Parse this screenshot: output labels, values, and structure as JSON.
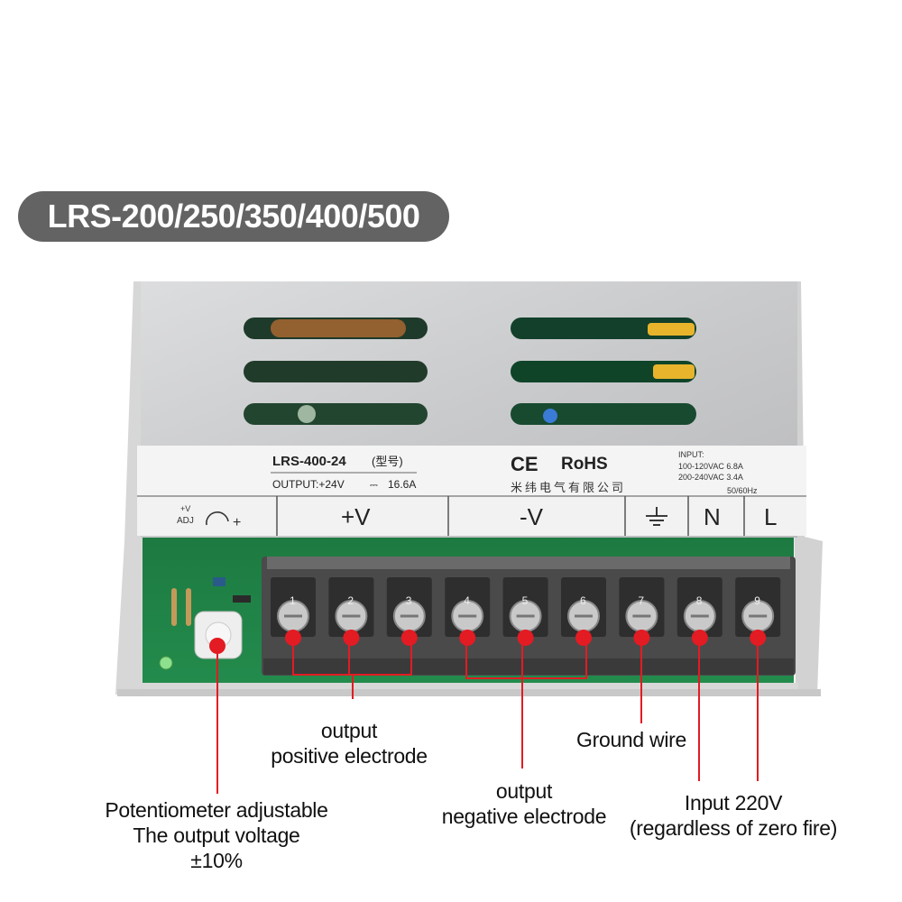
{
  "badge": {
    "text": "LRS-200/250/350/400/500"
  },
  "label_plate": {
    "model": "LRS-400-24",
    "model_suffix": "(型号)",
    "output": "OUTPUT:+24V",
    "current": "16.6A",
    "ce": "CE",
    "rohs": "RoHS",
    "company": "米纬电气有限公司",
    "input_title": "INPUT:",
    "input_line1": "100-120VAC  6.8A",
    "input_line2": "200-240VAC  3.4A",
    "frequency": "50/60Hz"
  },
  "terminal_labels": {
    "adj_top": "+V",
    "adj": "ADJ",
    "adj_plus": "+",
    "vplus": "+V",
    "vminus": "-V",
    "neutral": "N",
    "line": "L"
  },
  "terminals": [
    "1",
    "2",
    "3",
    "4",
    "5",
    "6",
    "7",
    "8",
    "9"
  ],
  "callouts": {
    "positive": {
      "line1": "output",
      "line2": "positive electrode"
    },
    "negative": {
      "line1": "output",
      "line2": "negative electrode"
    },
    "ground": {
      "line1": "Ground wire"
    },
    "input": {
      "line1": "Input 220V",
      "line2": "(regardless of zero fire)"
    },
    "pot": {
      "line1": "Potentiometer adjustable",
      "line2": "The output voltage",
      "line3": "±10%"
    }
  },
  "colors": {
    "badge_bg": "#636363",
    "marker_red": "#e31b23",
    "pcb_green": "#1f8a4a",
    "case_silver": "#cfd0d2"
  }
}
